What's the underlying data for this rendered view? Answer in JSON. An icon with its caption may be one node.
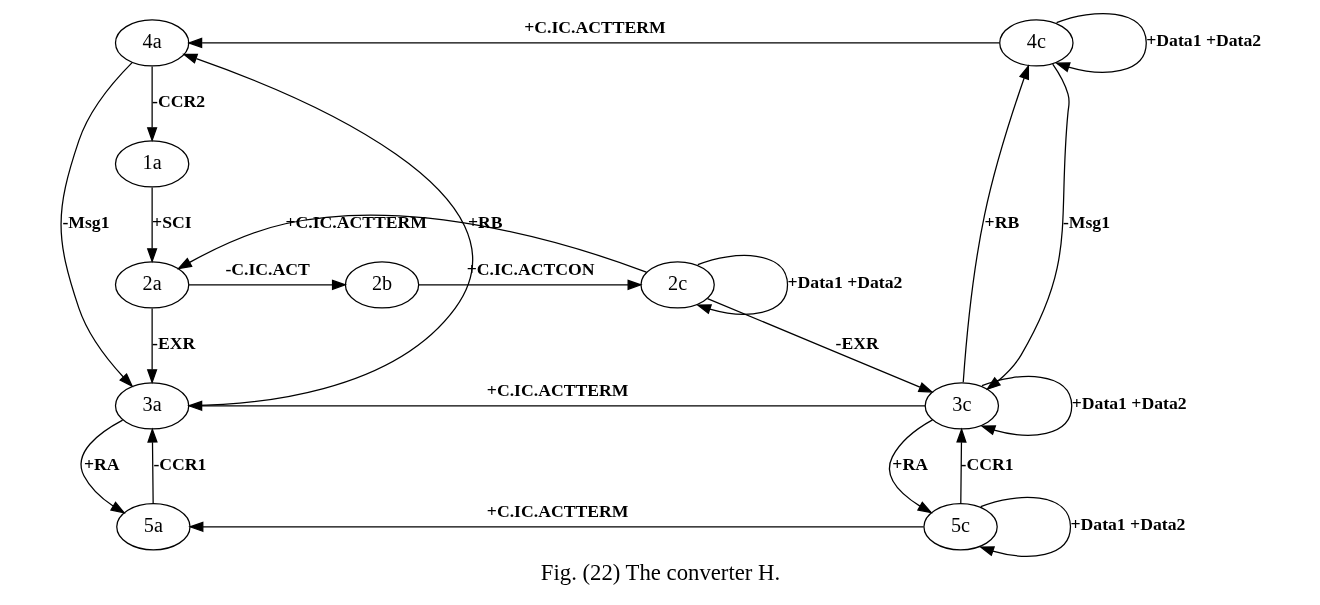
{
  "diagram": {
    "caption": "Fig. (22) The converter H.",
    "nodes": [
      {
        "text": [
          "4a"
        ]
      },
      {
        "text": [
          "1a"
        ]
      },
      {
        "text": [
          "2a"
        ]
      },
      {
        "text": [
          "3a"
        ]
      },
      {
        "text": [
          "5a"
        ]
      },
      {
        "text": [
          "2b"
        ]
      },
      {
        "text": [
          "4c"
        ]
      },
      {
        "text": [
          "2c"
        ]
      },
      {
        "text": [
          "3c"
        ]
      },
      {
        "text": [
          "5c"
        ]
      }
    ],
    "edges": [
      {
        "from": 6,
        "to": 0,
        "arrow": "to",
        "label": "+C.IC.ACTTERM"
      },
      {
        "from": 0,
        "to": 1,
        "arrow": "to",
        "label": "-CCR2"
      },
      {
        "from": 1,
        "to": 2,
        "arrow": "to",
        "label": "+SCI"
      },
      {
        "from": 3,
        "to": 0,
        "arrow": "to",
        "label": "+RB"
      },
      {
        "from": 0,
        "to": 3,
        "arrow": "to",
        "label": "-Msg1"
      },
      {
        "from": 2,
        "to": 3,
        "arrow": "to",
        "label": "-EXR"
      },
      {
        "from": 7,
        "to": 2,
        "arrow": "to",
        "label": "+C.IC.ACTTERM"
      },
      {
        "from": 2,
        "to": 5,
        "arrow": "to",
        "label": "-C.IC.ACT"
      },
      {
        "from": 5,
        "to": 7,
        "arrow": "to",
        "label": "+C.IC.ACTCON"
      },
      {
        "from": 8,
        "to": 3,
        "arrow": "to",
        "label": "+C.IC.ACTTERM"
      },
      {
        "from": 3,
        "to": 4,
        "arrow": "to",
        "label": "+RA"
      },
      {
        "from": 4,
        "to": 3,
        "arrow": "to",
        "label": "-CCR1"
      },
      {
        "from": 9,
        "to": 4,
        "arrow": "to",
        "label": "+C.IC.ACTTERM"
      },
      {
        "from": 6,
        "to": 6,
        "arrow": "to",
        "label": "+Data1 +Data2"
      },
      {
        "from": 8,
        "to": 6,
        "arrow": "to",
        "label": "+RB"
      },
      {
        "from": 6,
        "to": 8,
        "arrow": "to",
        "label": "-Msg1"
      },
      {
        "from": 7,
        "to": 8,
        "arrow": "to",
        "label": "-EXR"
      },
      {
        "from": 7,
        "to": 7,
        "arrow": "to",
        "label": "+Data1 +Data2"
      },
      {
        "from": 8,
        "to": 8,
        "arrow": "to",
        "label": "+Data1 +Data2"
      },
      {
        "from": 8,
        "to": 9,
        "arrow": "to",
        "label": "+RA"
      },
      {
        "from": 9,
        "to": 8,
        "arrow": "to",
        "label": "-CCR1"
      },
      {
        "from": 9,
        "to": 9,
        "arrow": "to",
        "label": "+Data1 +Data2"
      }
    ]
  }
}
